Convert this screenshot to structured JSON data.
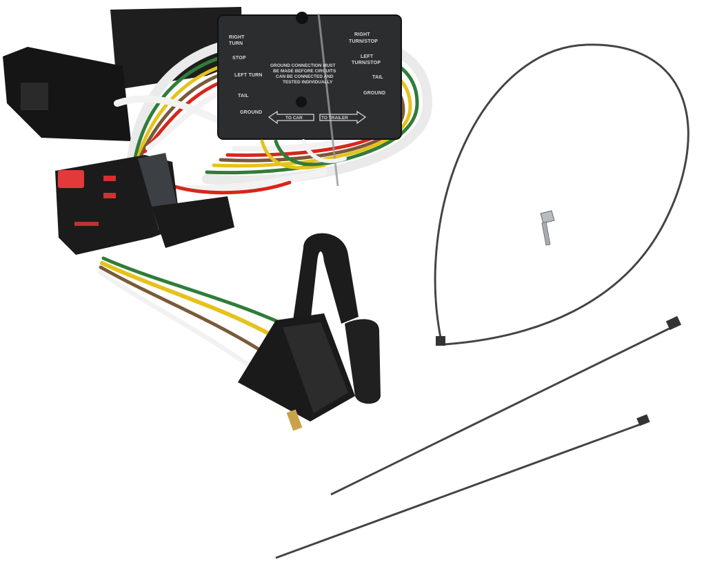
{
  "image": {
    "subject": "Trailer wiring harness kit",
    "background_color": "#ffffff"
  },
  "converter_box": {
    "left_labels": [
      "RIGHT",
      "TURN",
      "STOP",
      "LEFT TURN",
      "TAIL",
      "GROUND"
    ],
    "right_labels": [
      "RIGHT",
      "TURN/STOP",
      "LEFT",
      "TURN/STOP",
      "TAIL",
      "GROUND"
    ],
    "center_note": [
      "GROUND CONNECTION MUST",
      "BE MADE BEFORE CIRCUITS",
      "CAN BE CONNECTED AND",
      "TESTED INDIVIDUALLY"
    ],
    "arrow_left": "TO CAR",
    "arrow_right": "TO TRAILER"
  },
  "wire_colors": {
    "white": "#f2f2f2",
    "green": "#2f7d3a",
    "yellow": "#e6c21a",
    "brown": "#7a5a3a",
    "red": "#d8261c"
  },
  "items": [
    "wiring-harness",
    "converter-box",
    "4-flat-connector",
    "dust-cap",
    "vehicle-connector",
    "zip-tie-loop",
    "zip-tie-long",
    "zip-tie-short",
    "mounting-screw"
  ]
}
